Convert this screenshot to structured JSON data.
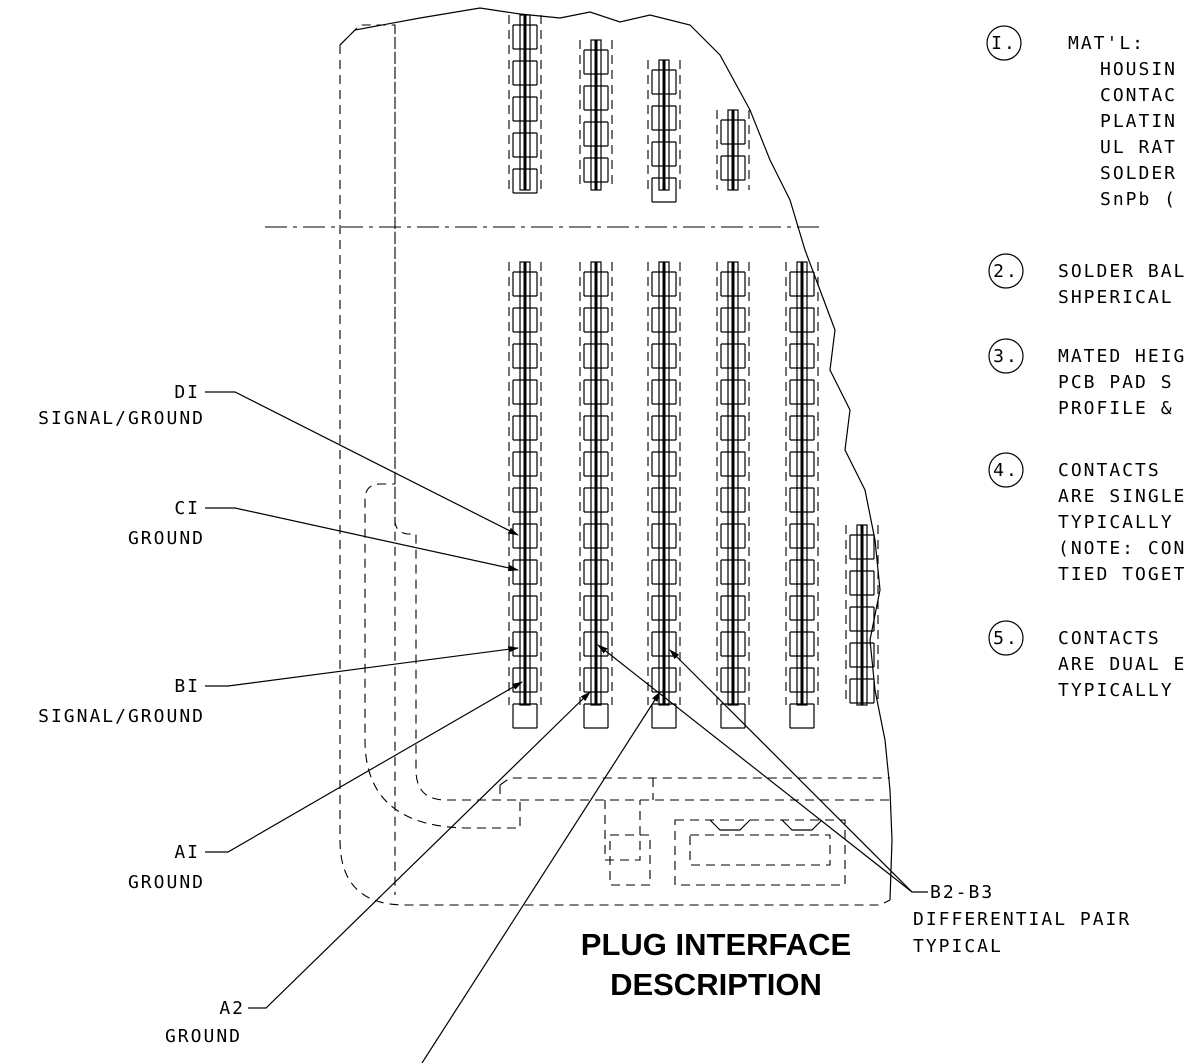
{
  "labels": {
    "d1": {
      "name": "DI",
      "role": "SIGNAL/GROUND"
    },
    "c1": {
      "name": "CI",
      "role": "GROUND"
    },
    "b1": {
      "name": "BI",
      "role": "SIGNAL/GROUND"
    },
    "a1": {
      "name": "AI",
      "role": "GROUND"
    },
    "a2": {
      "name": "A2",
      "role": "GROUND"
    },
    "b2b3": {
      "name": "B2-B3",
      "role": "DIFFERENTIAL PAIR",
      "extra": "TYPICAL"
    }
  },
  "title": {
    "line1": "PLUG INTERFACE",
    "line2": "DESCRIPTION"
  },
  "notes": [
    {
      "num": "I.",
      "lines": [
        "MAT'L:",
        "HOUSIN",
        "CONTAC",
        "PLATIN",
        "UL RAT",
        "SOLDER",
        "SnPb ("
      ]
    },
    {
      "num": "2.",
      "lines": [
        "SOLDER BAL",
        "SHPERICAL"
      ]
    },
    {
      "num": "3.",
      "lines": [
        "MATED HEIG",
        "PCB PAD S",
        "PROFILE &"
      ]
    },
    {
      "num": "4.",
      "lines": [
        "CONTACTS",
        "ARE SINGLE",
        "TYPICALLY",
        "(NOTE: CON",
        "TIED TOGET"
      ]
    },
    {
      "num": "5.",
      "lines": [
        "CONTACTS",
        "ARE DUAL E",
        "TYPICALLY"
      ]
    }
  ]
}
